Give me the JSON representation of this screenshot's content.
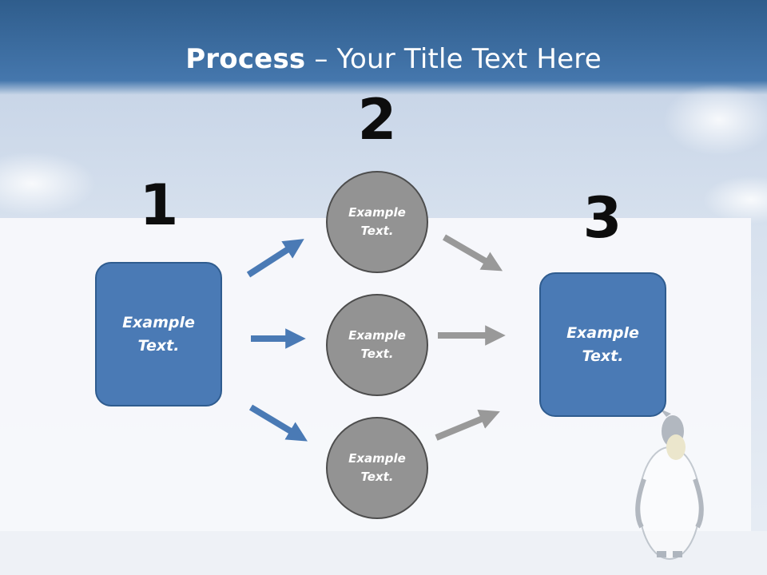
{
  "slide": {
    "title_bold": "Process",
    "title_rest": " – Your Title Text Here"
  },
  "steps": {
    "one": "1",
    "two": "2",
    "three": "3"
  },
  "nodes": {
    "start": "Example\nText.",
    "middle_top": "Example\nText.",
    "middle_center": "Example\nText.",
    "middle_bottom": "Example\nText.",
    "end": "Example\nText."
  },
  "colors": {
    "header": "#3f6ea3",
    "box_fill": "#4a7ab5",
    "circle_fill": "#939393",
    "blue_arrow": "#4a7ab5",
    "gray_arrow": "#999999"
  }
}
